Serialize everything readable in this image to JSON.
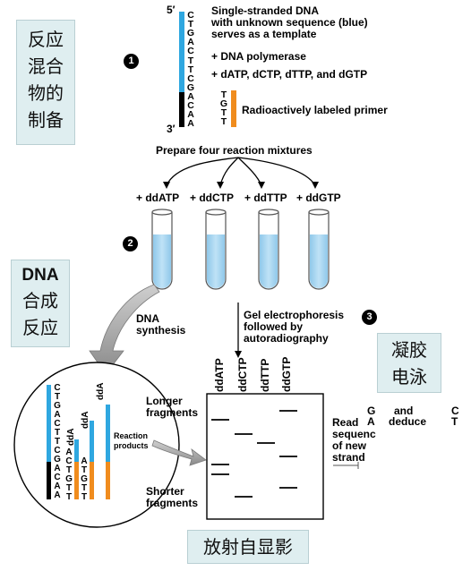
{
  "boxes": {
    "reaction_mix": "反应\n混合\n物的\n制备",
    "dna_synthesis_en": "DNA",
    "dna_synthesis_cn": "合成\n反应",
    "electrophoresis": "凝胶\n电泳",
    "autoradiography": "放射自显影"
  },
  "template": {
    "prime5": "5′",
    "prime3": "3′",
    "seq": [
      "C",
      "T",
      "G",
      "A",
      "C",
      "T",
      "T",
      "C",
      "G",
      "A",
      "C",
      "A",
      "A"
    ],
    "description": "Single-stranded DNA\nwith unknown sequence (blue)\nserves as a template"
  },
  "primer": {
    "seq": [
      "T",
      "G",
      "T",
      "T"
    ],
    "description": "Radioactively labeled primer"
  },
  "step1": {
    "number": "1",
    "items": [
      "+ DNA polymerase",
      "+ dATP, dCTP, dTTP, and dGTP"
    ]
  },
  "prepare": "Prepare four reaction mixtures",
  "tubes": [
    "+ ddATP",
    "+ ddCTP",
    "+ ddTTP",
    "+ ddGTP"
  ],
  "step2": {
    "number": "2"
  },
  "step3": {
    "number": "3"
  },
  "dna_synthesis_label": "DNA\nsynthesis",
  "gel_label": "Gel electrophoresis\nfollowed by\nautoradiography",
  "gel_lanes": [
    "ddATP",
    "ddCTP",
    "ddTTP",
    "ddGTP"
  ],
  "longer": "Longer\nfragments",
  "shorter": "Shorter\nfragments",
  "read": "Read\nsequenc\nof new\nstrand",
  "read_tail": {
    "g": "G",
    "a": "A",
    "and": "and",
    "deduce": "deduce",
    "c": "C",
    "t": "T"
  },
  "circle": {
    "template_seq": [
      "C",
      "T",
      "G",
      "A",
      "C",
      "T",
      "T",
      "C",
      "G",
      "A",
      "C",
      "A",
      "A"
    ],
    "strand1": {
      "label": "ddA",
      "seq": [
        "A",
        "C",
        "T",
        "G",
        "T",
        "T"
      ]
    },
    "strand2": {
      "label": "ddA",
      "seq": [
        "A",
        "T",
        "G",
        "T",
        "T"
      ]
    },
    "strand3": {
      "label": "ddA"
    },
    "products": "Reaction\nproducts"
  },
  "colors": {
    "template": "#2fa7e0",
    "primer": "#f08c1e",
    "box": "#dfeef0"
  }
}
